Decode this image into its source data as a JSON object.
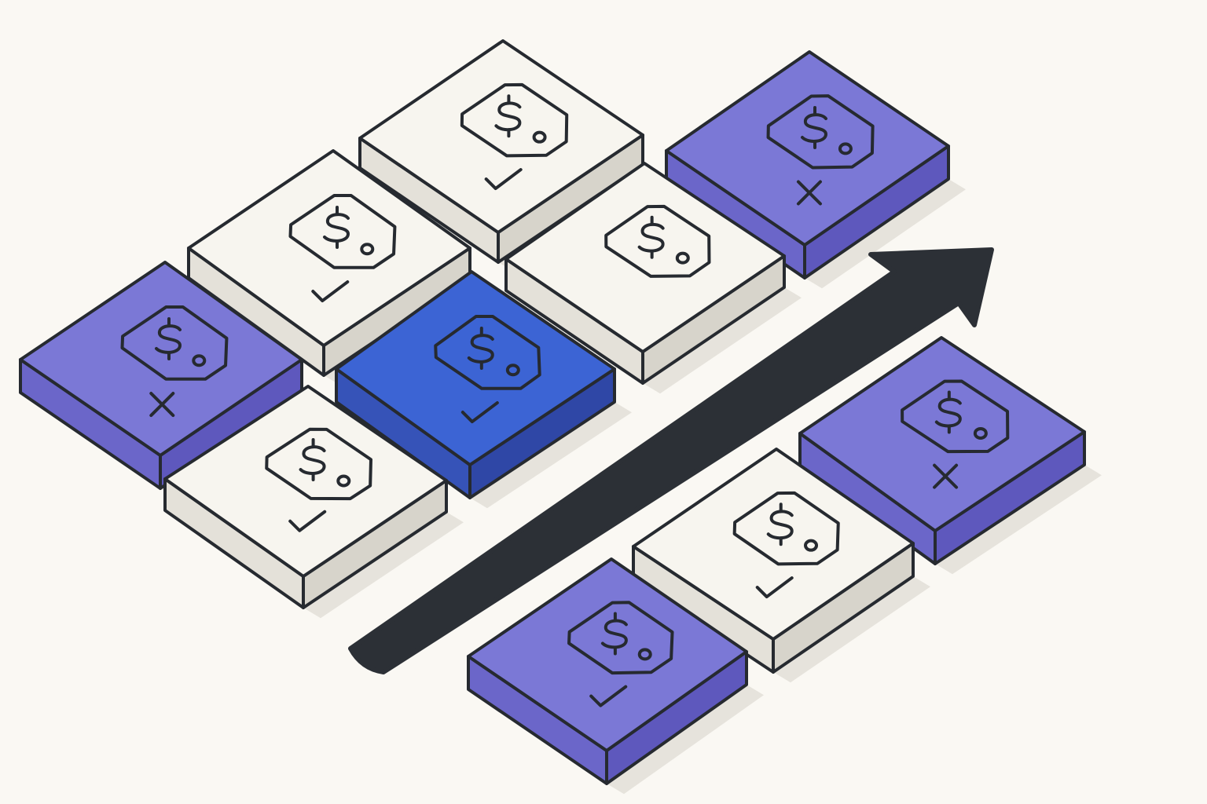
{
  "colors": {
    "background": "#faf8f3",
    "outline": "#262a30",
    "arrow": "#2c3036",
    "shadow": "#e6e3dc",
    "white": {
      "top": "#f7f5ef",
      "left": "#e4e1d9",
      "right": "#d7d4cb"
    },
    "purple": {
      "top": "#7b78d6",
      "left": "#6b66c9",
      "right": "#5e58bd"
    },
    "blue": {
      "top": "#3c64d4",
      "left": "#3653b8",
      "right": "#2f47a6"
    },
    "violet_side": "#6a5fc4"
  },
  "icons": {
    "tag": "price-tag-icon",
    "currency": "dollar-sign-icon",
    "approved": "check-mark-icon",
    "rejected": "x-mark-icon",
    "direction": "up-right-arrow-icon"
  },
  "tiles": [
    {
      "id": "top-center",
      "color": "white",
      "status": "check"
    },
    {
      "id": "top-right",
      "color": "purple",
      "status": "x"
    },
    {
      "id": "upper-left",
      "color": "white",
      "status": "check"
    },
    {
      "id": "middle-right",
      "color": "white",
      "status": "none"
    },
    {
      "id": "far-left",
      "color": "purple",
      "status": "x"
    },
    {
      "id": "center",
      "color": "blue",
      "status": "check"
    },
    {
      "id": "lower-left",
      "color": "white",
      "status": "check"
    },
    {
      "id": "lower-right",
      "color": "purple",
      "status": "x"
    },
    {
      "id": "bottom-middle",
      "color": "white",
      "status": "check"
    },
    {
      "id": "bottom-front",
      "color": "purple",
      "status": "check"
    }
  ]
}
